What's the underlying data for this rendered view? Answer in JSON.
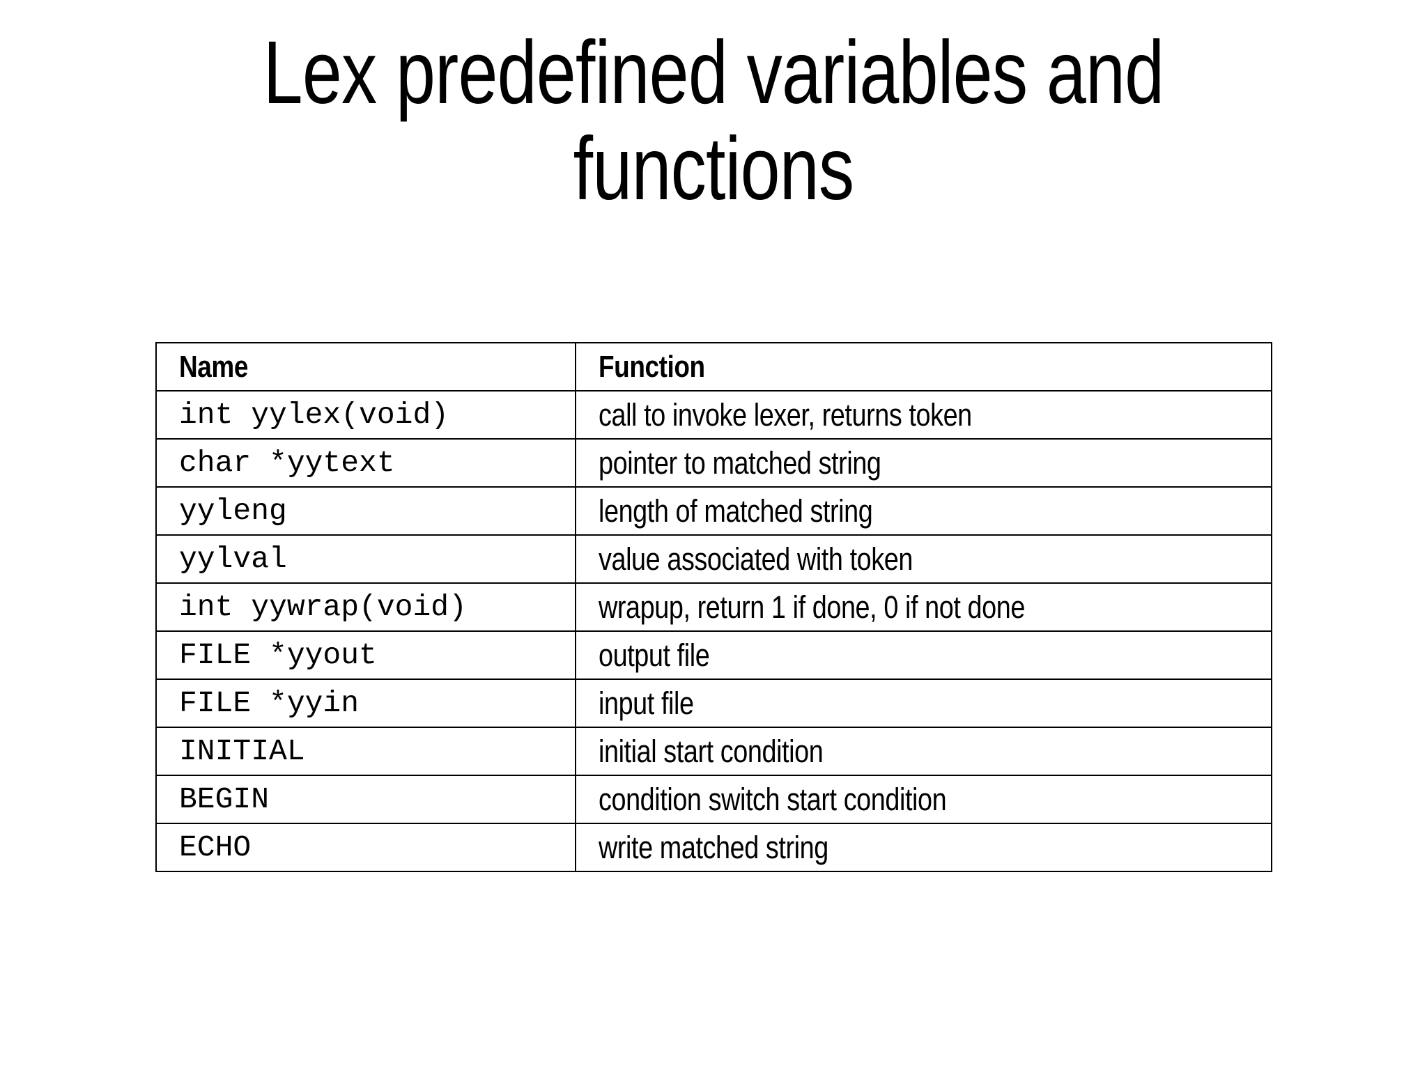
{
  "slide": {
    "title": "Lex predefined variables and\nfunctions",
    "background_color": "#ffffff",
    "text_color": "#000000",
    "border_color": "#000000"
  },
  "table": {
    "headers": [
      "Name",
      "Function"
    ],
    "rows": [
      {
        "name": "int yylex(void)",
        "function": "call to invoke lexer, returns token"
      },
      {
        "name": "char *yytext",
        "function": "pointer to matched string"
      },
      {
        "name": "yyleng",
        "function": "length of matched string"
      },
      {
        "name": "yylval",
        "function": "value associated with token"
      },
      {
        "name": "int yywrap(void)",
        "function": "wrapup, return 1 if done, 0 if not done"
      },
      {
        "name": "FILE *yyout",
        "function": "output file"
      },
      {
        "name": "FILE *yyin",
        "function": "input file"
      },
      {
        "name": "INITIAL",
        "function": "initial start condition"
      },
      {
        "name": "BEGIN",
        "function": "condition switch start condition"
      },
      {
        "name": "ECHO",
        "function": "write matched string"
      }
    ]
  }
}
